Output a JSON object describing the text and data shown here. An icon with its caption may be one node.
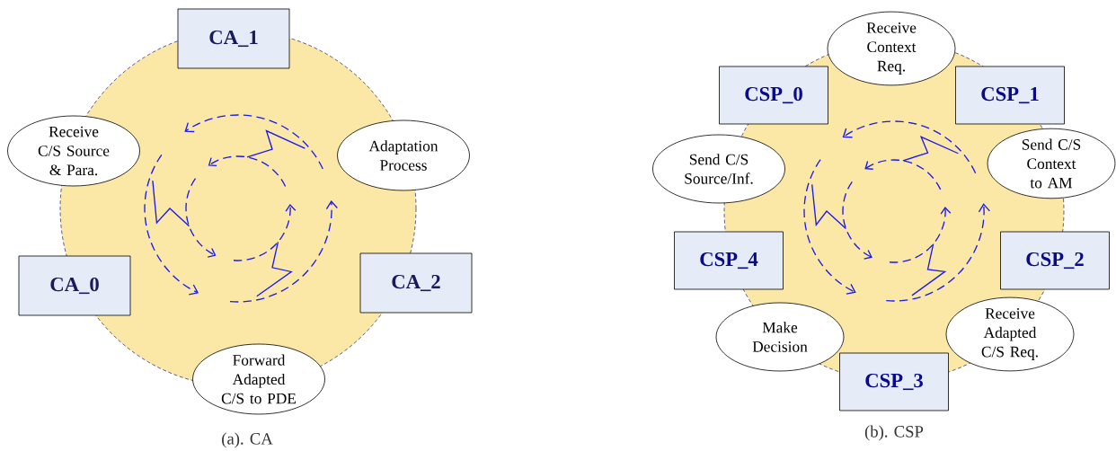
{
  "diagram": {
    "nodes": [
      {
        "text": [
          "CA_1"
        ]
      },
      {
        "text": [
          "Receive C/S Source & Para."
        ]
      },
      {
        "text": [
          "Adaptation Process"
        ]
      },
      {
        "text": [
          "CA_0"
        ]
      },
      {
        "text": [
          "CA_2"
        ]
      },
      {
        "text": [
          "Forward Adapted C/S to PDE"
        ]
      },
      {
        "text": [
          "Receive Context Req."
        ]
      },
      {
        "text": [
          "CSP_0"
        ]
      },
      {
        "text": [
          "CSP_1"
        ]
      },
      {
        "text": [
          "Send C/S Source/Inf."
        ]
      },
      {
        "text": [
          "Send C/S Context to AM"
        ]
      },
      {
        "text": [
          "CSP_4"
        ]
      },
      {
        "text": [
          "CSP_2"
        ]
      },
      {
        "text": [
          "Make Decision"
        ]
      },
      {
        "text": [
          "Receive Adapted C/S Req."
        ]
      },
      {
        "text": [
          "CSP_3"
        ]
      }
    ],
    "labels": [
      "(a). CA",
      "(b). CSP"
    ]
  }
}
